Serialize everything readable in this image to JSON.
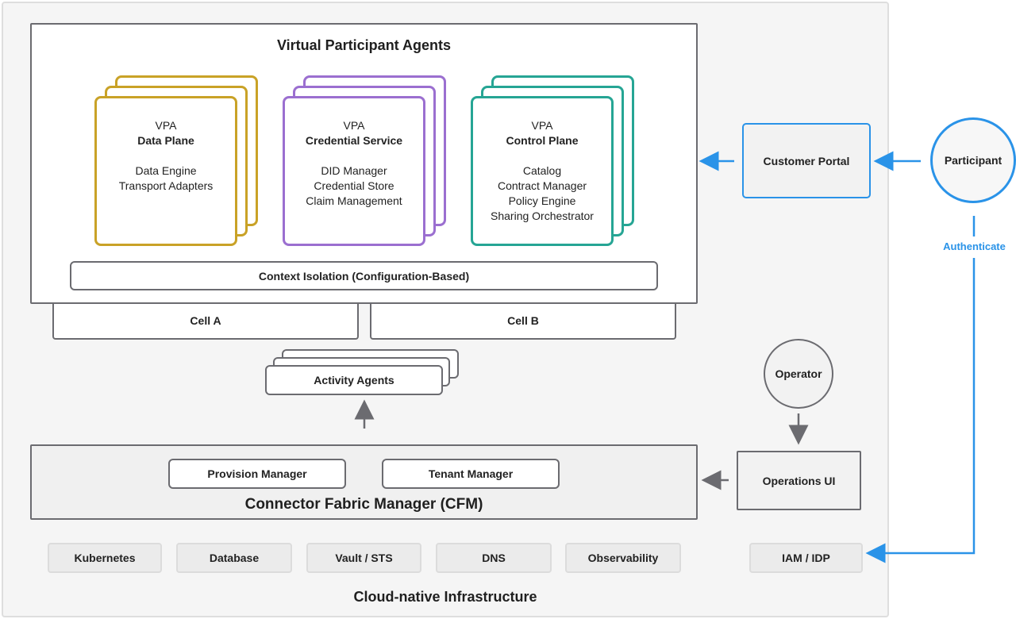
{
  "infrastructure": {
    "title": "Cloud-native Infrastructure",
    "components": [
      "Kubernetes",
      "Database",
      "Vault / STS",
      "DNS",
      "Observability"
    ]
  },
  "vpa": {
    "title": "Virtual Participant Agents",
    "data_plane": {
      "tag": "VPA",
      "name": "Data Plane",
      "items": [
        "Data Engine",
        "Transport Adapters"
      ],
      "color": "#c9a227"
    },
    "credential_service": {
      "tag": "VPA",
      "name": "Credential Service",
      "items": [
        "DID Manager",
        "Credential Store",
        "Claim Management"
      ],
      "color": "#9b6fd0"
    },
    "control_plane": {
      "tag": "VPA",
      "name": "Control Plane",
      "items": [
        "Catalog",
        "Contract Manager",
        "Policy Engine",
        "Sharing Orchestrator"
      ],
      "color": "#26a594"
    },
    "context_isolation": "Context Isolation (Configuration-Based)"
  },
  "cells": [
    "Cell A",
    "Cell B"
  ],
  "activity_agents": "Activity Agents",
  "cfm": {
    "title": "Connector Fabric Manager (CFM)",
    "provision_manager": "Provision Manager",
    "tenant_manager": "Tenant Manager"
  },
  "customer_portal": "Customer Portal",
  "participant": "Participant",
  "authenticate": "Authenticate",
  "operator": "Operator",
  "operations_ui": "Operations UI",
  "iam_idp": "IAM / IDP",
  "colors": {
    "accent_blue": "#2a93e8",
    "neutral_border": "#6b6b70"
  }
}
